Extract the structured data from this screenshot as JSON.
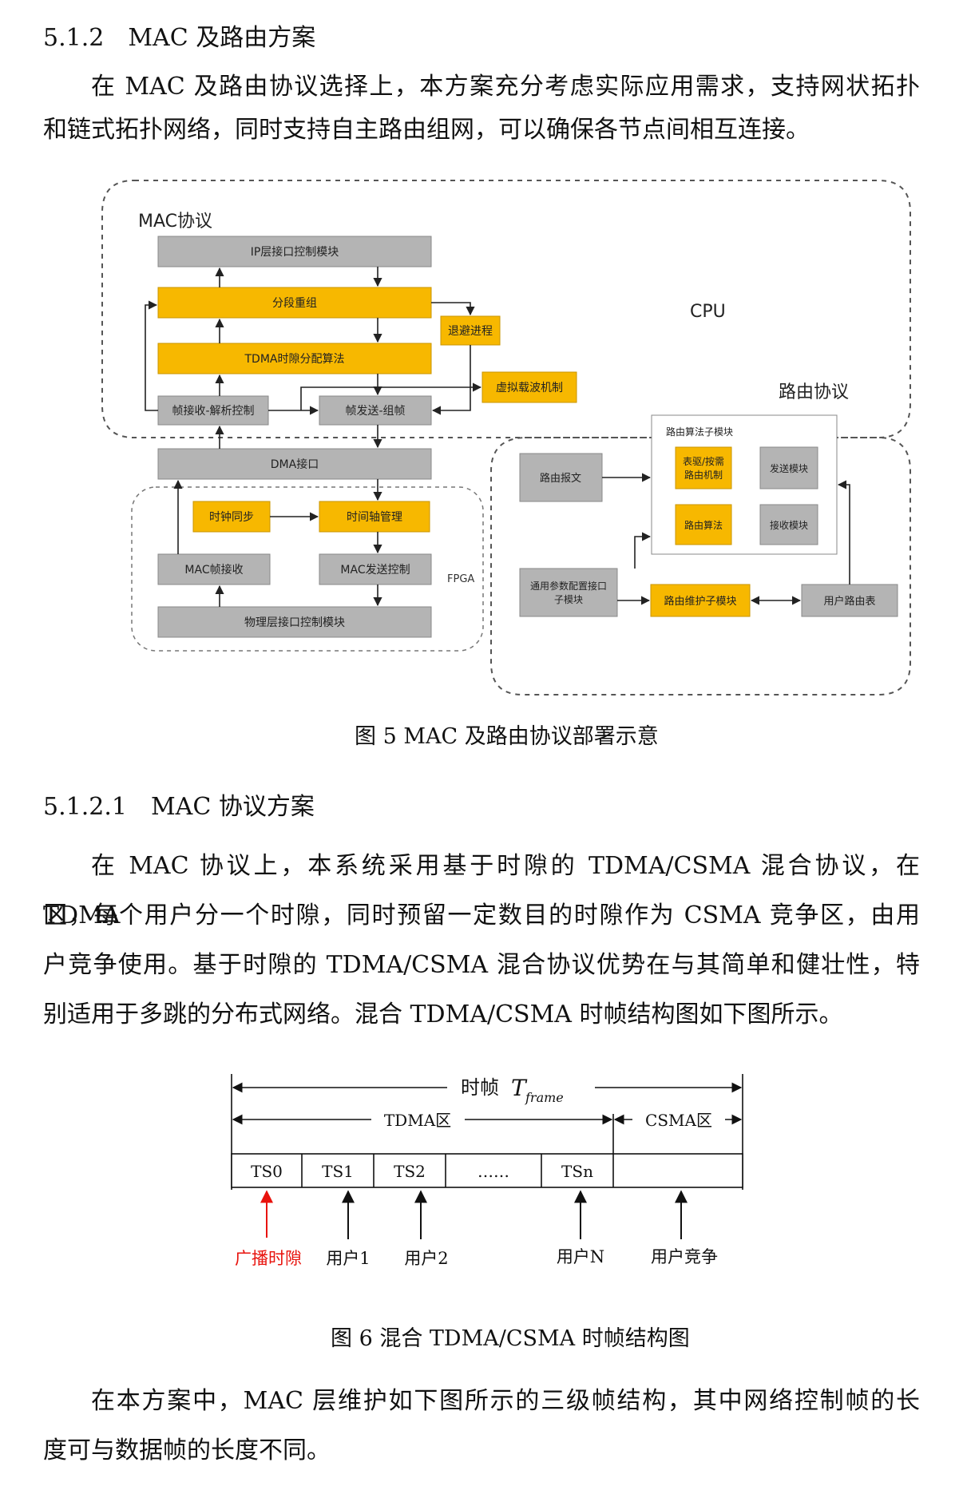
{
  "section": {
    "number": "5.1.2",
    "title": "MAC 及路由方案"
  },
  "intro": {
    "line1": "在 MAC 及路由协议选择上，本方案充分考虑实际应用需求，支持网状拓扑",
    "line2": "和链式拓扑网络，同时支持自主路由组网，可以确保各节点间相互连接。"
  },
  "fig5": {
    "mac_label": "MAC协议",
    "cpu_label": "CPU",
    "routing_label": "路由协议",
    "fpga_label": "FPGA",
    "boxes": {
      "ip": "IP层接口控制模块",
      "seg": "分段重组",
      "tdma": "TDMA时隙分配算法",
      "rx_parse": "帧接收-解析控制",
      "tx_build": "帧发送-组帧",
      "backoff": "退避进程",
      "vcs": "虚拟载波机制",
      "dma": "DMA接口",
      "clk": "时钟同步",
      "tl": "时间轴管理",
      "macrx": "MAC帧接收",
      "mactx": "MAC发送控制",
      "phy": "物理层接口控制模块",
      "routing_msg": "路由报文",
      "algo_group": "路由算法子模块",
      "table_mech_1": "表驱/按需",
      "table_mech_2": "路由机制",
      "send": "发送模块",
      "alg": "路由算法",
      "recv": "接收模块",
      "param_1": "通用参数配置接口",
      "param_2": "子模块",
      "maint": "路由维护子模块",
      "user_table": "用户路由表"
    },
    "caption": "图  5 MAC 及路由协议部署示意"
  },
  "subsection": {
    "number": "5.1.2.1",
    "title": "MAC 协议方案"
  },
  "para2": {
    "line1": "在 MAC 协议上，本系统采用基于时隙的 TDMA/CSMA 混合协议，在 TDMA",
    "line2": "区，每个用户分一个时隙，同时预留一定数目的时隙作为 CSMA 竞争区，由用",
    "line3": "户竞争使用。基于时隙的 TDMA/CSMA 混合协议优势在与其简单和健壮性，特",
    "line4": "别适用于多跳的分布式网络。混合 TDMA/CSMA 时帧结构图如下图所示。"
  },
  "fig6": {
    "frame_label": "时帧",
    "frame_symbol": "T",
    "frame_sub": "frame",
    "tdma_label": "TDMA区",
    "csma_label": "CSMA区",
    "slots": [
      "TS0",
      "TS1",
      "TS2",
      "……",
      "TSn",
      ""
    ],
    "users": {
      "broadcast": "广播时隙",
      "user1": "用户1",
      "user2": "用户2",
      "userN": "用户N",
      "contend": "用户竞争"
    },
    "colors": {
      "broadcast": "#e8120c",
      "accent": "#f7b800",
      "gray": "#b4b4b4"
    },
    "caption": "图  6  混合 TDMA/CSMA 时帧结构图"
  },
  "para3": {
    "line1": "在本方案中，MAC 层维护如下图所示的三级帧结构，其中网络控制帧的长",
    "line2": "度可与数据帧的长度不同。"
  }
}
